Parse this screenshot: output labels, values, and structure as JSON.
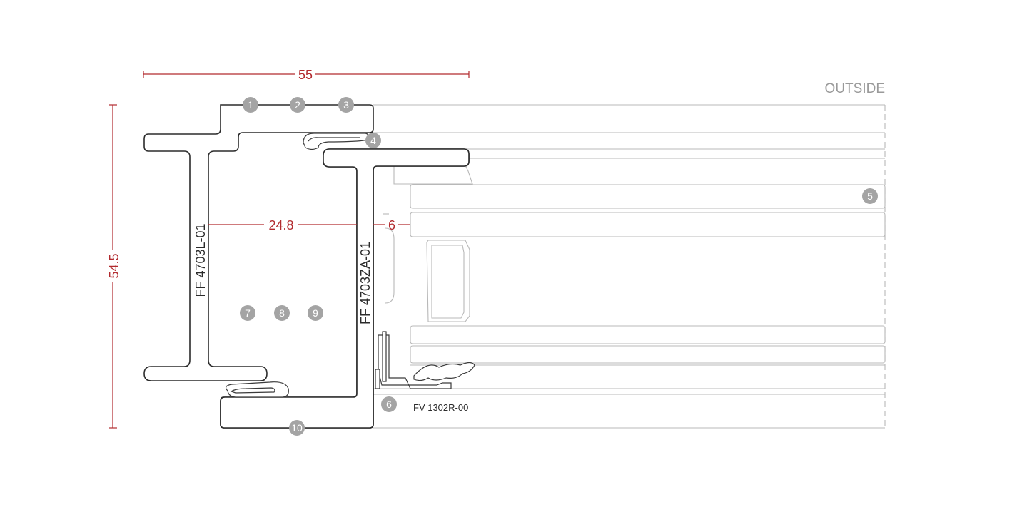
{
  "diagram": {
    "side_label": "OUTSIDE",
    "dimensions": {
      "overall_width": "55",
      "overall_height": "54.5",
      "inner_width": "24.8",
      "gap": "6"
    },
    "profile_codes": {
      "frame": "FF 4703L-01",
      "sash": "FF 4703ZA-01",
      "gasket": "FV 1302R-00"
    },
    "markers": [
      "1",
      "2",
      "3",
      "4",
      "5",
      "6",
      "7",
      "8",
      "9",
      "10"
    ]
  }
}
